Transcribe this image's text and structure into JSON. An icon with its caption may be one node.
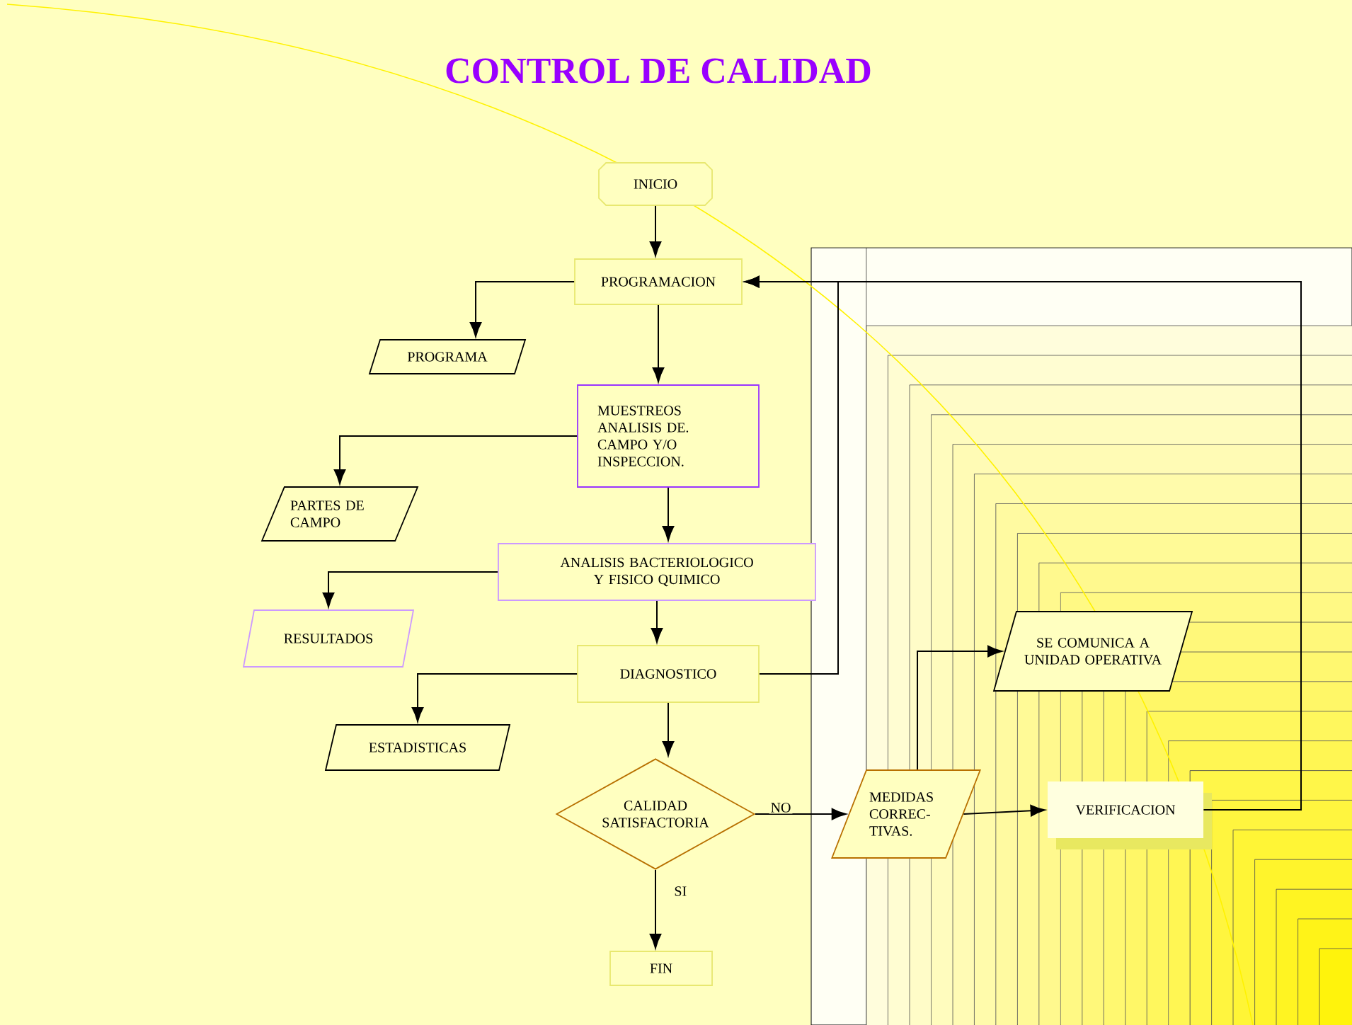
{
  "diagram": {
    "title": "CONTROL DE CALIDAD",
    "nodes": [
      {
        "text": [
          "INICIO"
        ]
      },
      {
        "text": [
          "PROGRAMACION"
        ]
      },
      {
        "text": [
          "PROGRAMA"
        ]
      },
      {
        "text": [
          "MUESTREOS ANALISIS DE. CAMPO Y/O INSPECCION."
        ]
      },
      {
        "text": [
          "PARTES DE CAMPO"
        ]
      },
      {
        "text": [
          "ANALISIS BACTERIOLOGICO Y FISICO QUIMICO"
        ]
      },
      {
        "text": [
          "RESULTADOS"
        ]
      },
      {
        "text": [
          "DIAGNOSTICO"
        ]
      },
      {
        "text": [
          "ESTADISTICAS"
        ]
      },
      {
        "text": [
          "CALIDAD SATISFACTORIA"
        ]
      },
      {
        "text": [
          "MEDIDAS CORREC- TIVAS."
        ]
      },
      {
        "text": [
          "SE COMUNICA A UNIDAD OPERATIVA"
        ]
      },
      {
        "text": [
          "VERIFICACION"
        ]
      },
      {
        "text": [
          "FIN"
        ]
      }
    ],
    "edges": [
      {
        "from": 0,
        "to": 1,
        "arrow": "to"
      },
      {
        "from": 1,
        "to": 2,
        "arrow": "to"
      },
      {
        "from": 1,
        "to": 3,
        "arrow": "to"
      },
      {
        "from": 3,
        "to": 4,
        "arrow": "to"
      },
      {
        "from": 3,
        "to": 5,
        "arrow": "to"
      },
      {
        "from": 5,
        "to": 6,
        "arrow": "to"
      },
      {
        "from": 5,
        "to": 7,
        "arrow": "to"
      },
      {
        "from": 7,
        "to": 8,
        "arrow": "to"
      },
      {
        "from": 7,
        "to": 1,
        "arrow": "to"
      },
      {
        "from": 7,
        "to": 9,
        "arrow": "to"
      },
      {
        "from": 9,
        "to": 10,
        "arrow": "to",
        "label": "NO"
      },
      {
        "from": 9,
        "to": 13,
        "arrow": "to",
        "label": "SI"
      },
      {
        "from": 10,
        "to": 11,
        "arrow": "to"
      },
      {
        "from": 10,
        "to": 12,
        "arrow": "to"
      },
      {
        "from": 12,
        "to": 1,
        "arrow": "to"
      }
    ]
  }
}
